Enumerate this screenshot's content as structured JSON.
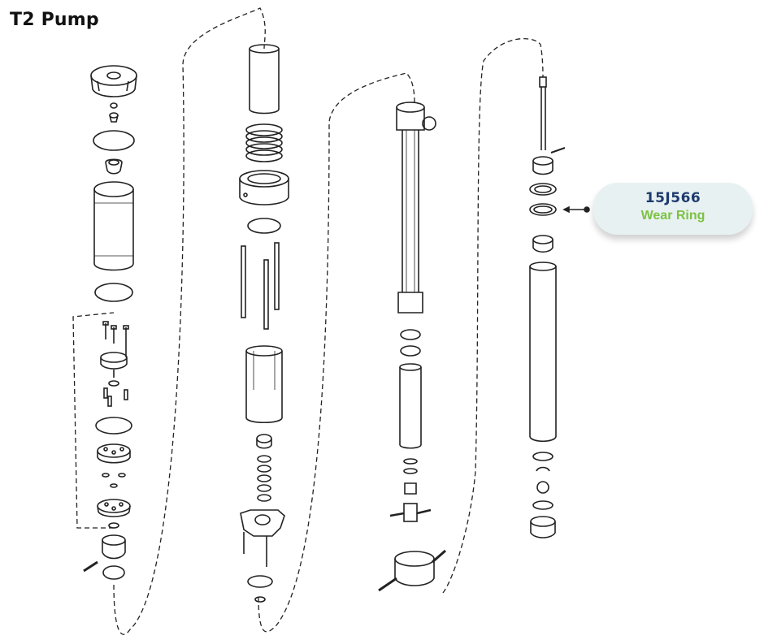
{
  "page_title": "T2 Pump",
  "callout": {
    "part_number": "15J566",
    "part_name": "Wear Ring",
    "part_number_color": "#1d3a6e",
    "part_name_color": "#7cc242",
    "background_color": "#e8f1f1"
  }
}
